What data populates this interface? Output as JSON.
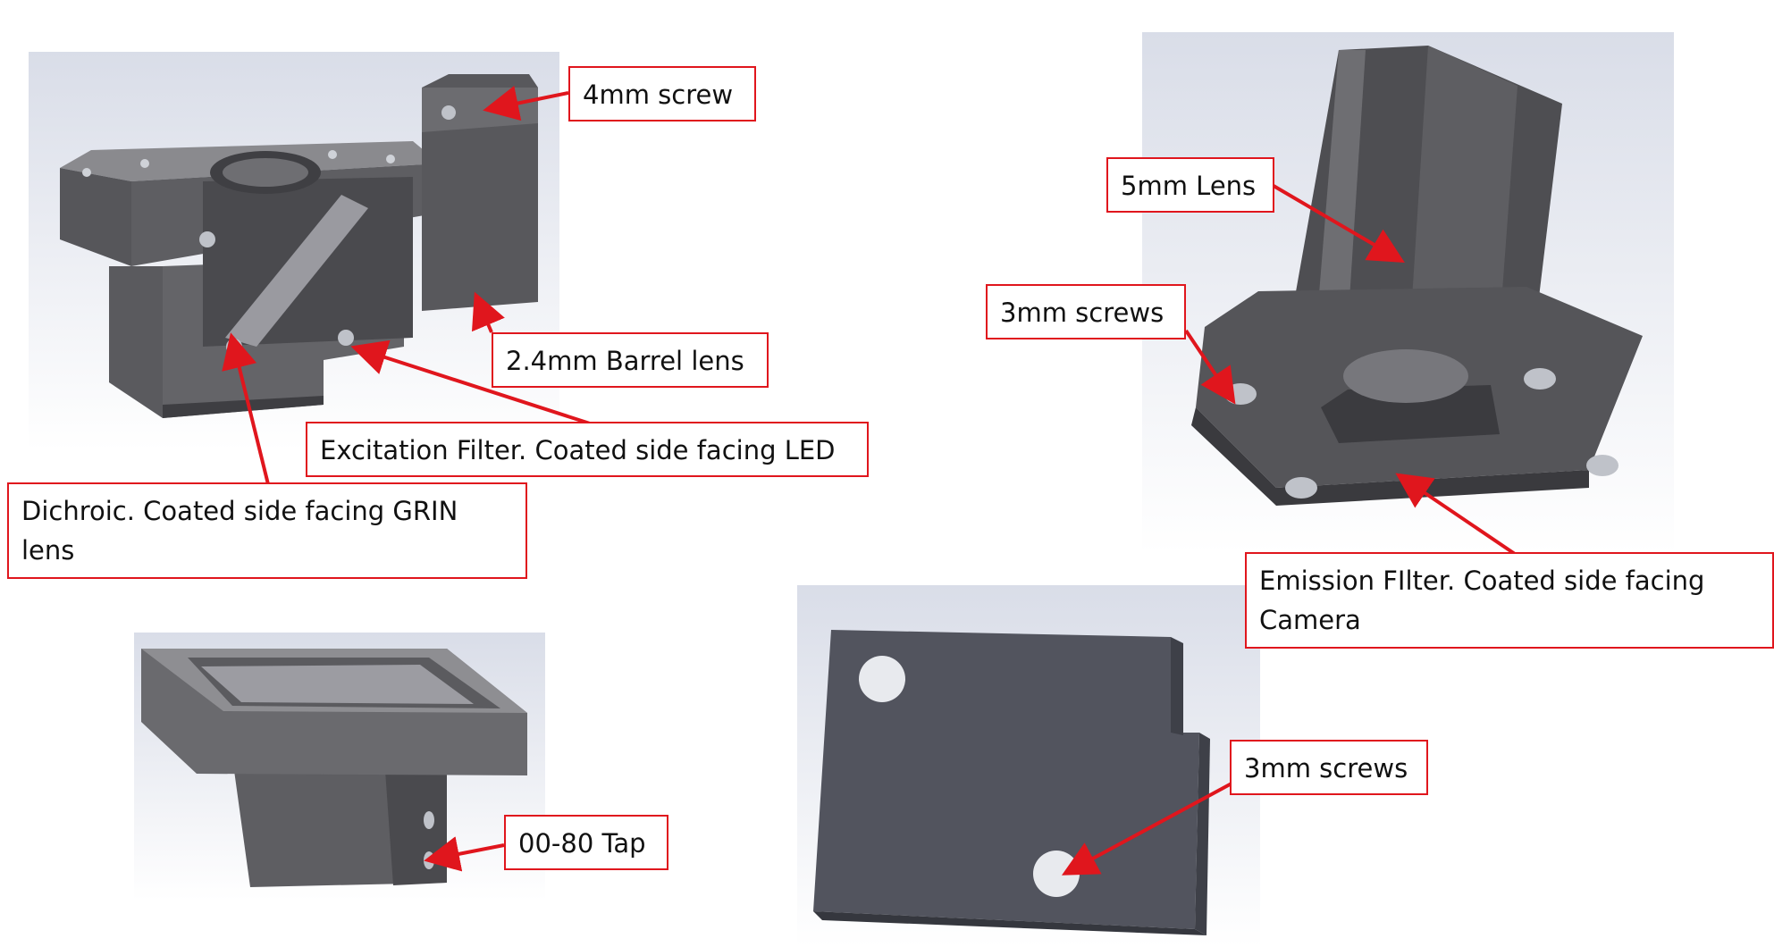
{
  "colors": {
    "callout_border": "#e0161d",
    "arrow": "#e0161d",
    "part_dark": "#4a4a4e",
    "part_mid": "#6b6b6f",
    "part_light": "#8a8a8e",
    "plate": "#52545e",
    "panel_bg_top": "#d9dde8",
    "panel_bg_bottom": "#ffffff"
  },
  "labels": {
    "screw_4mm": "4mm screw",
    "barrel_lens": "2.4mm Barrel lens",
    "excitation_filter": "Excitation Filter. Coated side facing LED",
    "dichroic": "Dichroic. Coated side facing GRIN lens",
    "lens_5mm": "5mm Lens",
    "screws_3mm_top": "3mm screws",
    "emission_filter": "Emission FIlter. Coated side facing Camera",
    "tap_0080": "00-80 Tap",
    "screws_3mm_plate": "3mm screws"
  }
}
